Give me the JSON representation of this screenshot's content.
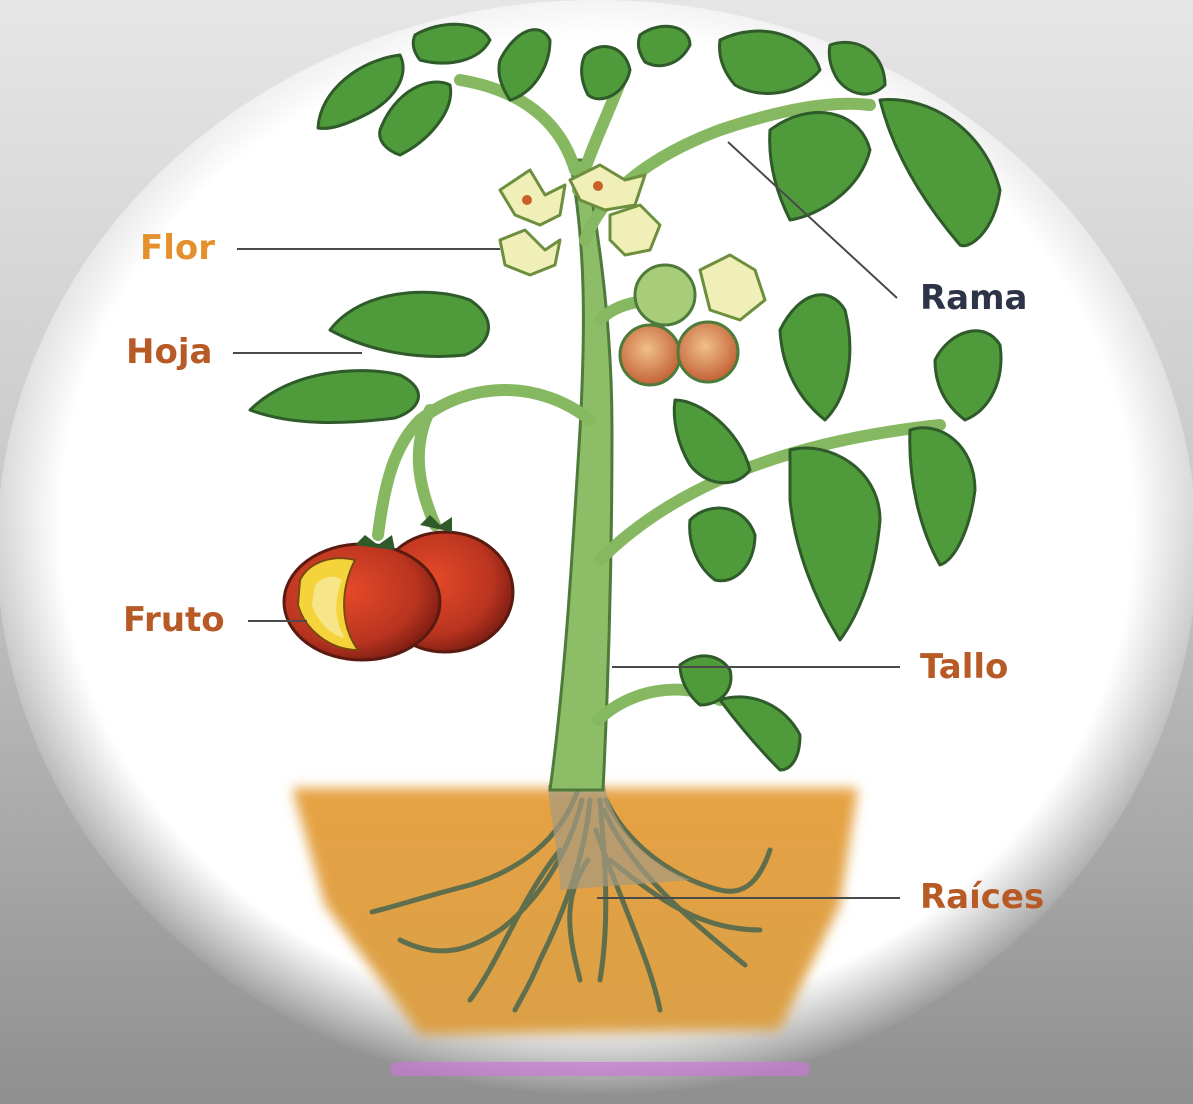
{
  "labels": {
    "flor": "Flor",
    "hoja": "Hoja",
    "fruto": "Fruto",
    "rama": "Rama",
    "tallo": "Tallo",
    "raices": "Raíces"
  },
  "colors": {
    "label_orange": "#e4902c",
    "label_brown": "#b85a26",
    "label_dark": "#2d3448",
    "leader_line": "#4a4a4a",
    "leaf_fill": "#4f9a3a",
    "leaf_stroke": "#2f5a2a",
    "stem": "#8fbd6a",
    "soil": "#d89a3a",
    "root": "#5a6b4a",
    "tomato": "#c8341c"
  }
}
